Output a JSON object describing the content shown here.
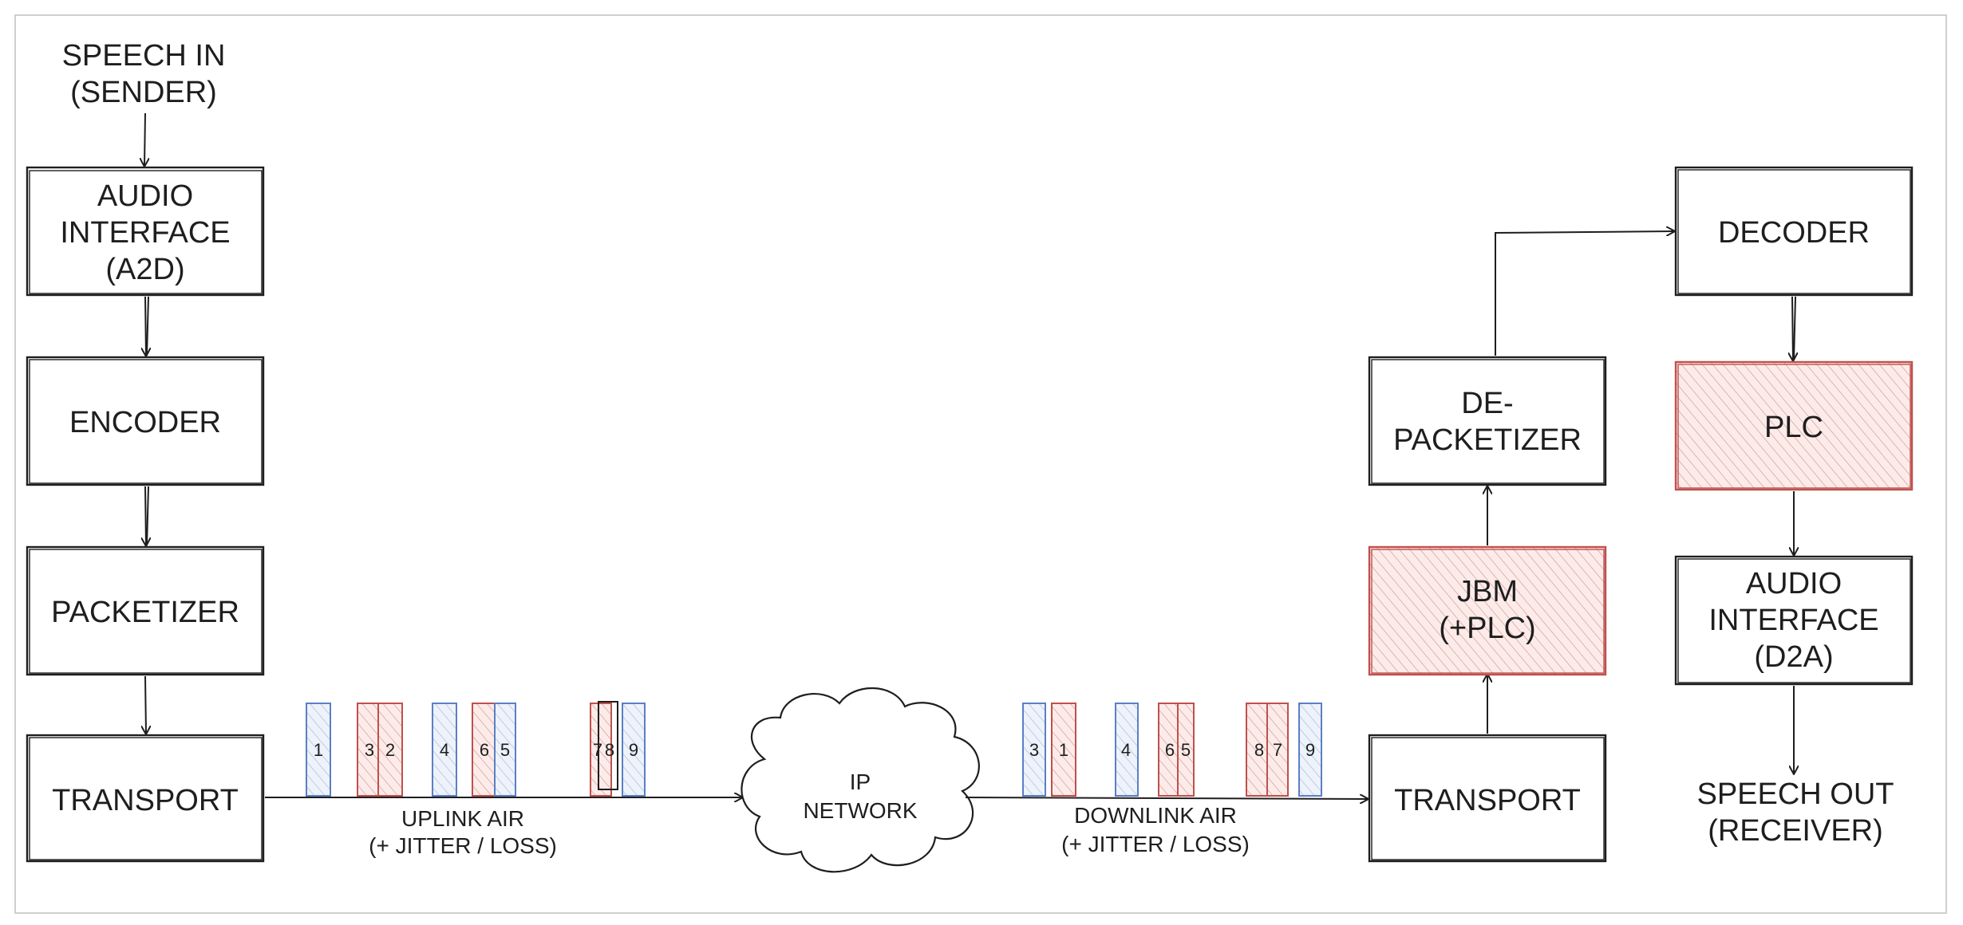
{
  "colors": {
    "ink": "#1e1e1e",
    "red_accent": "#c0504d",
    "blue_accent": "#5b7fc4",
    "border": "#cfcfcf"
  },
  "sender": {
    "input_label": [
      "SPEECH IN",
      "(SENDER)"
    ],
    "audio_interface": [
      "AUDIO",
      "INTERFACE",
      "(A2D)"
    ],
    "encoder": [
      "ENCODER"
    ],
    "packetizer": [
      "PACKETIZER"
    ],
    "transport": [
      "TRANSPORT"
    ]
  },
  "uplink": {
    "label": [
      "UPLINK AIR",
      "(+ JITTER / LOSS)"
    ],
    "packets": [
      "1",
      "3",
      "2",
      "4",
      "6",
      "5",
      "7",
      "8",
      "9"
    ]
  },
  "network": {
    "label": [
      "IP",
      "NETWORK"
    ]
  },
  "downlink": {
    "label": [
      "DOWNLINK AIR",
      "(+ JITTER / LOSS)"
    ],
    "packets": [
      "3",
      "1",
      "4",
      "6",
      "5",
      "8",
      "7",
      "9"
    ]
  },
  "receiver": {
    "transport": [
      "TRANSPORT"
    ],
    "jbm": [
      "JBM",
      "(+PLC)"
    ],
    "depacketizer": [
      "DE-",
      "PACKETIZER"
    ],
    "decoder": [
      "DECODER"
    ],
    "plc": [
      "PLC"
    ],
    "audio_interface": [
      "AUDIO",
      "INTERFACE",
      "(D2A)"
    ],
    "output_label": [
      "SPEECH OUT",
      "(RECEIVER)"
    ]
  }
}
